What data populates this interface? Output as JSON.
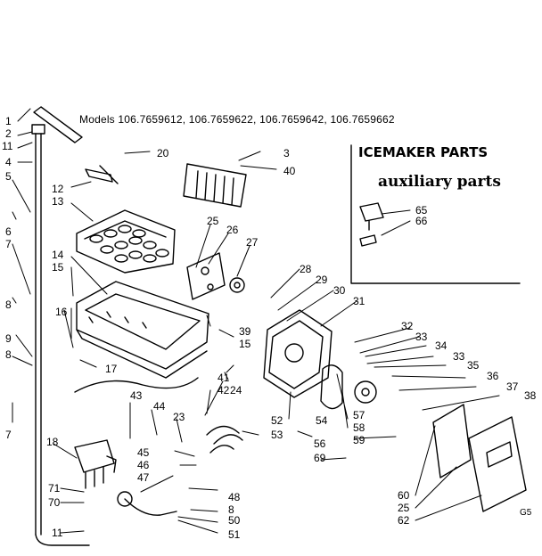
{
  "header": {
    "models": "Models 106.7659612, 106.7659622, 106.7659642, 106.7659662",
    "title": "ICEMAKER PARTS",
    "subtitle": "auxiliary parts",
    "code": "G5"
  },
  "callouts": {
    "c1": "1",
    "c2": "2",
    "c3": "3",
    "c4": "4",
    "c5": "5",
    "c6": "6",
    "c7": "7",
    "c8": "8",
    "c9": "9",
    "c11": "11",
    "c12": "12",
    "c13": "13",
    "c14": "14",
    "c15": "15",
    "c16": "16",
    "c17": "17",
    "c18": "18",
    "c20": "20",
    "c23": "23",
    "c24": "24",
    "c25": "25",
    "c26": "26",
    "c27": "27",
    "c28": "28",
    "c29": "29",
    "c30": "30",
    "c31": "31",
    "c32": "32",
    "c33": "33",
    "c34": "34",
    "c35": "35",
    "c36": "36",
    "c37": "37",
    "c38": "38",
    "c39": "39",
    "c40": "40",
    "c41": "41",
    "c42": "42",
    "c43": "43",
    "c44": "44",
    "c45": "45",
    "c46": "46",
    "c47": "47",
    "c48": "48",
    "c50": "50",
    "c51": "51",
    "c52": "52",
    "c53": "53",
    "c54": "54",
    "c56": "56",
    "c57": "57",
    "c58": "58",
    "c59": "59",
    "c60": "60",
    "c62": "62",
    "c65": "65",
    "c66": "66",
    "c69": "69",
    "c70": "70",
    "c71": "71"
  }
}
